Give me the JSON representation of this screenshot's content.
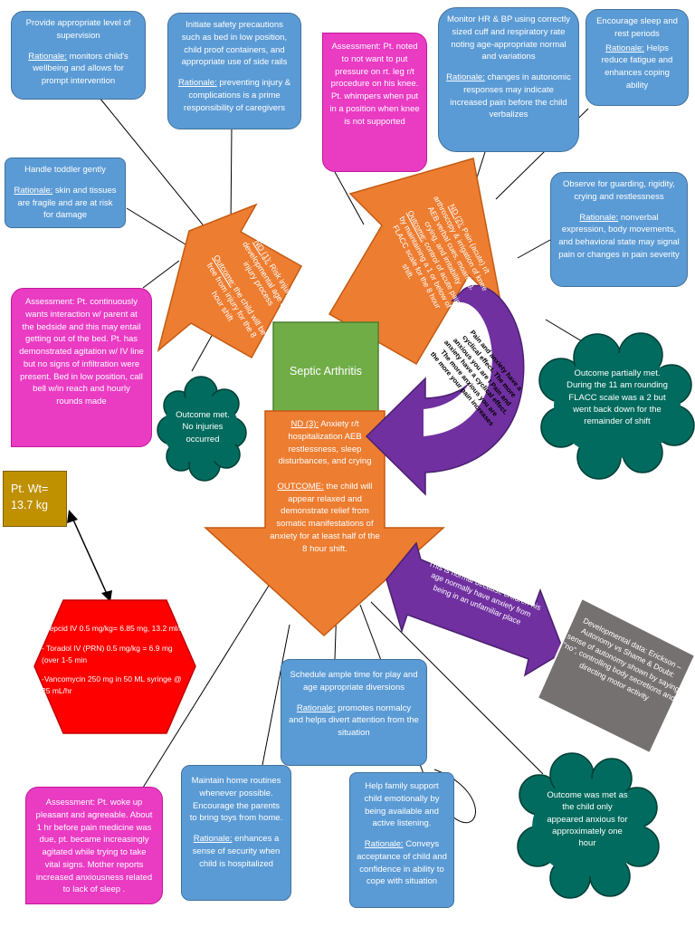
{
  "center": "Septic Arthritis",
  "weight": "Pt. Wt= 13.7 kg",
  "nd1": {
    "label": "ND (1):",
    "text": " Risk injury r/t developmental age and injury process",
    "outcome_label": "Outcome:",
    "outcome_text": " the child will be free from injury for the 8 hour shift"
  },
  "nd2": {
    "label": "ND (2):",
    "text": " Pain (acute) r/t arthroscopy & irrigation of knee AEB verbal cues, moaning, crying, and irritability",
    "outcome_label": "Outcome:",
    "outcome_text": " control of acute pain by maintaining a 1 or below of FLACC scale for the 8 hour shift."
  },
  "nd3": {
    "label": "ND (3):",
    "text": " Anxiety r/t hospitalization AEB restlessness, sleep disturbances, and crying",
    "outcome_label": "OUTCOME:",
    "outcome_text": " the child will appear relaxed and demonstrate relief from somatic manifestations of anxiety for at least half of the 8 hour shift."
  },
  "boxes": {
    "supervision": {
      "text": "Provide appropriate level of supervision",
      "rationale_label": "Rationale:",
      "rationale": " monitors child's wellbeing and allows for prompt intervention"
    },
    "safety": {
      "text": "Initiate safety precautions such as bed in low position, child proof containers, and appropriate use of side rails",
      "rationale_label": "Rationale:",
      "rationale": " preventing injury & complications is a prime responsibility of caregivers"
    },
    "assess_knee": {
      "text": "Assessment: Pt. noted to not want to put pressure on rt. leg r/t procedure on his knee. Pt. whimpers when put in a position when knee is not supported"
    },
    "monitor_hr": {
      "text": "Monitor HR & BP using correctly sized cuff and respiratory rate noting age-appropriate normal and variations",
      "rationale_label": "Rationale:",
      "rationale": " changes in autonomic responses may indicate increased pain before the child verbalizes"
    },
    "sleep": {
      "text": "Encourage sleep and rest periods",
      "rationale_label": "Rationale:",
      "rationale": " Helps reduce fatigue and enhances coping ability"
    },
    "handle": {
      "text": "Handle toddler gently",
      "rationale_label": "Rationale:",
      "rationale": " skin and tissues are fragile and are at risk for damage"
    },
    "guarding": {
      "text": "Observe for guarding, rigidity, crying and restlessness",
      "rationale_label": "Rationale:",
      "rationale": " nonverbal expression, body movements, and behavioral state may signal pain or changes in pain severity"
    },
    "assess_interaction": {
      "text": "Assessment: Pt. continuously wants interaction w/ parent at the bedside and this may entail getting out of the bed. Pt. has demonstrated agitation w/ IV line but no signs of infiltration were present. Bed in low position, call bell w/in reach and hourly rounds made"
    },
    "schedule": {
      "text": "Schedule ample time for play and age appropriate diversions",
      "rationale_label": "Rationale:",
      "rationale": " promotes normalcy and helps divert attention from the situation"
    },
    "home_routines": {
      "text": "Maintain home routines whenever possible. Encourage the parents to bring toys from home.",
      "rationale_label": "Rationale:",
      "rationale": " enhances a sense of security when child is hospitalized"
    },
    "family_support": {
      "text": "Help family support child emotionally by being available and active listening.",
      "rationale_label": "Rationale:",
      "rationale": " Conveys acceptance of child and confidence in ability to cope with situation"
    },
    "assess_sleep": {
      "text": "Assessment: Pt. woke up pleasant and agreeable. About 1 hr before pain medicine was due, pt. became increasingly agitated while trying to take vital signs. Mother reports increased anxiousness related to lack of sleep ."
    }
  },
  "meds": [
    "-Pepcid IV 0.5 mg/kg= 6.85 mg, 13.2 ml/hr",
    "- Toradol IV (PRN) 0.5 mg/kg = 6.9 mg (over 1-5 min",
    "-Vancomycin 250 mg in 50 ML syringe @ 25 mL/hr"
  ],
  "outcomes": {
    "nd1": "Outcome met. No injuries occurred",
    "nd2": "Outcome partially met. During the 11 am rounding FLACC scale was a 2 but went back down for the remainder of shift",
    "nd3": "Outcome was met as the child only appeared anxious for approximately one hour"
  },
  "curved_arrow_text": "Pain and anxiety have a cyclical effect. The more anxious you are t Pain and anxiety have a cyclical effect. The more anxious you are the more your pain increases",
  "purple_arrow_text": "This is normal because children his age normally have anxiety from being in an unfamiliar place",
  "developmental": "Developmental data: Erickson – Autonomy vs Shame & Doubt: sense of autonomy shown by saying \"no\", controlling body secretions and directing motor activity",
  "colors": {
    "orange": "#ed7d31",
    "blue": "#5b9bd5",
    "pink": "#ea3bc3",
    "teal": "#006b5e",
    "green": "#70ad47",
    "purple": "#7030a0",
    "gray": "#767171",
    "red": "#ff0000",
    "gold": "#bf9000"
  }
}
